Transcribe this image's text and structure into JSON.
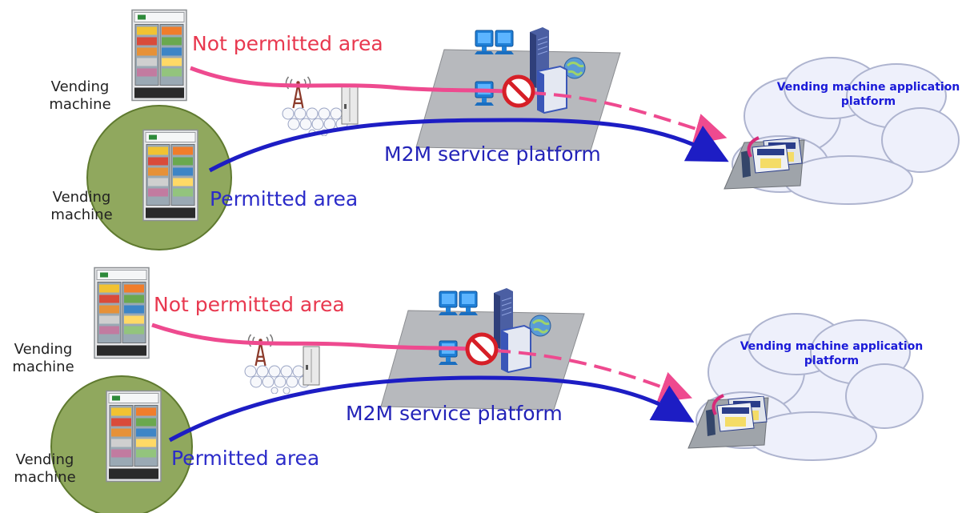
{
  "scenarios": [
    {
      "vm_top_label": "Vending machine",
      "vm_bottom_label": "Vending machine",
      "not_permitted": "Not permitted area",
      "permitted": "Permitted area",
      "platform": "M2M service platform",
      "cloud": "Vending machine application platform"
    },
    {
      "vm_top_label": "Vending machine",
      "vm_bottom_label": "Vending machine",
      "not_permitted": "Not permitted area",
      "permitted": "Permitted area",
      "platform": "M2M service platform",
      "cloud": "Vending machine application platform"
    }
  ],
  "colors": {
    "denied_path": "#ee4a8f",
    "allowed_path": "#1d1dc4",
    "permitted_zone": "#90a85e",
    "platform": "#b7b9bd",
    "cloud": "#eef0fb",
    "block": "#d61f27"
  },
  "icons": [
    "vending-machine-icon",
    "cell-tower-icon",
    "network-node-icon",
    "server-icon",
    "workstation-icon",
    "block-icon",
    "application-server-icon"
  ]
}
